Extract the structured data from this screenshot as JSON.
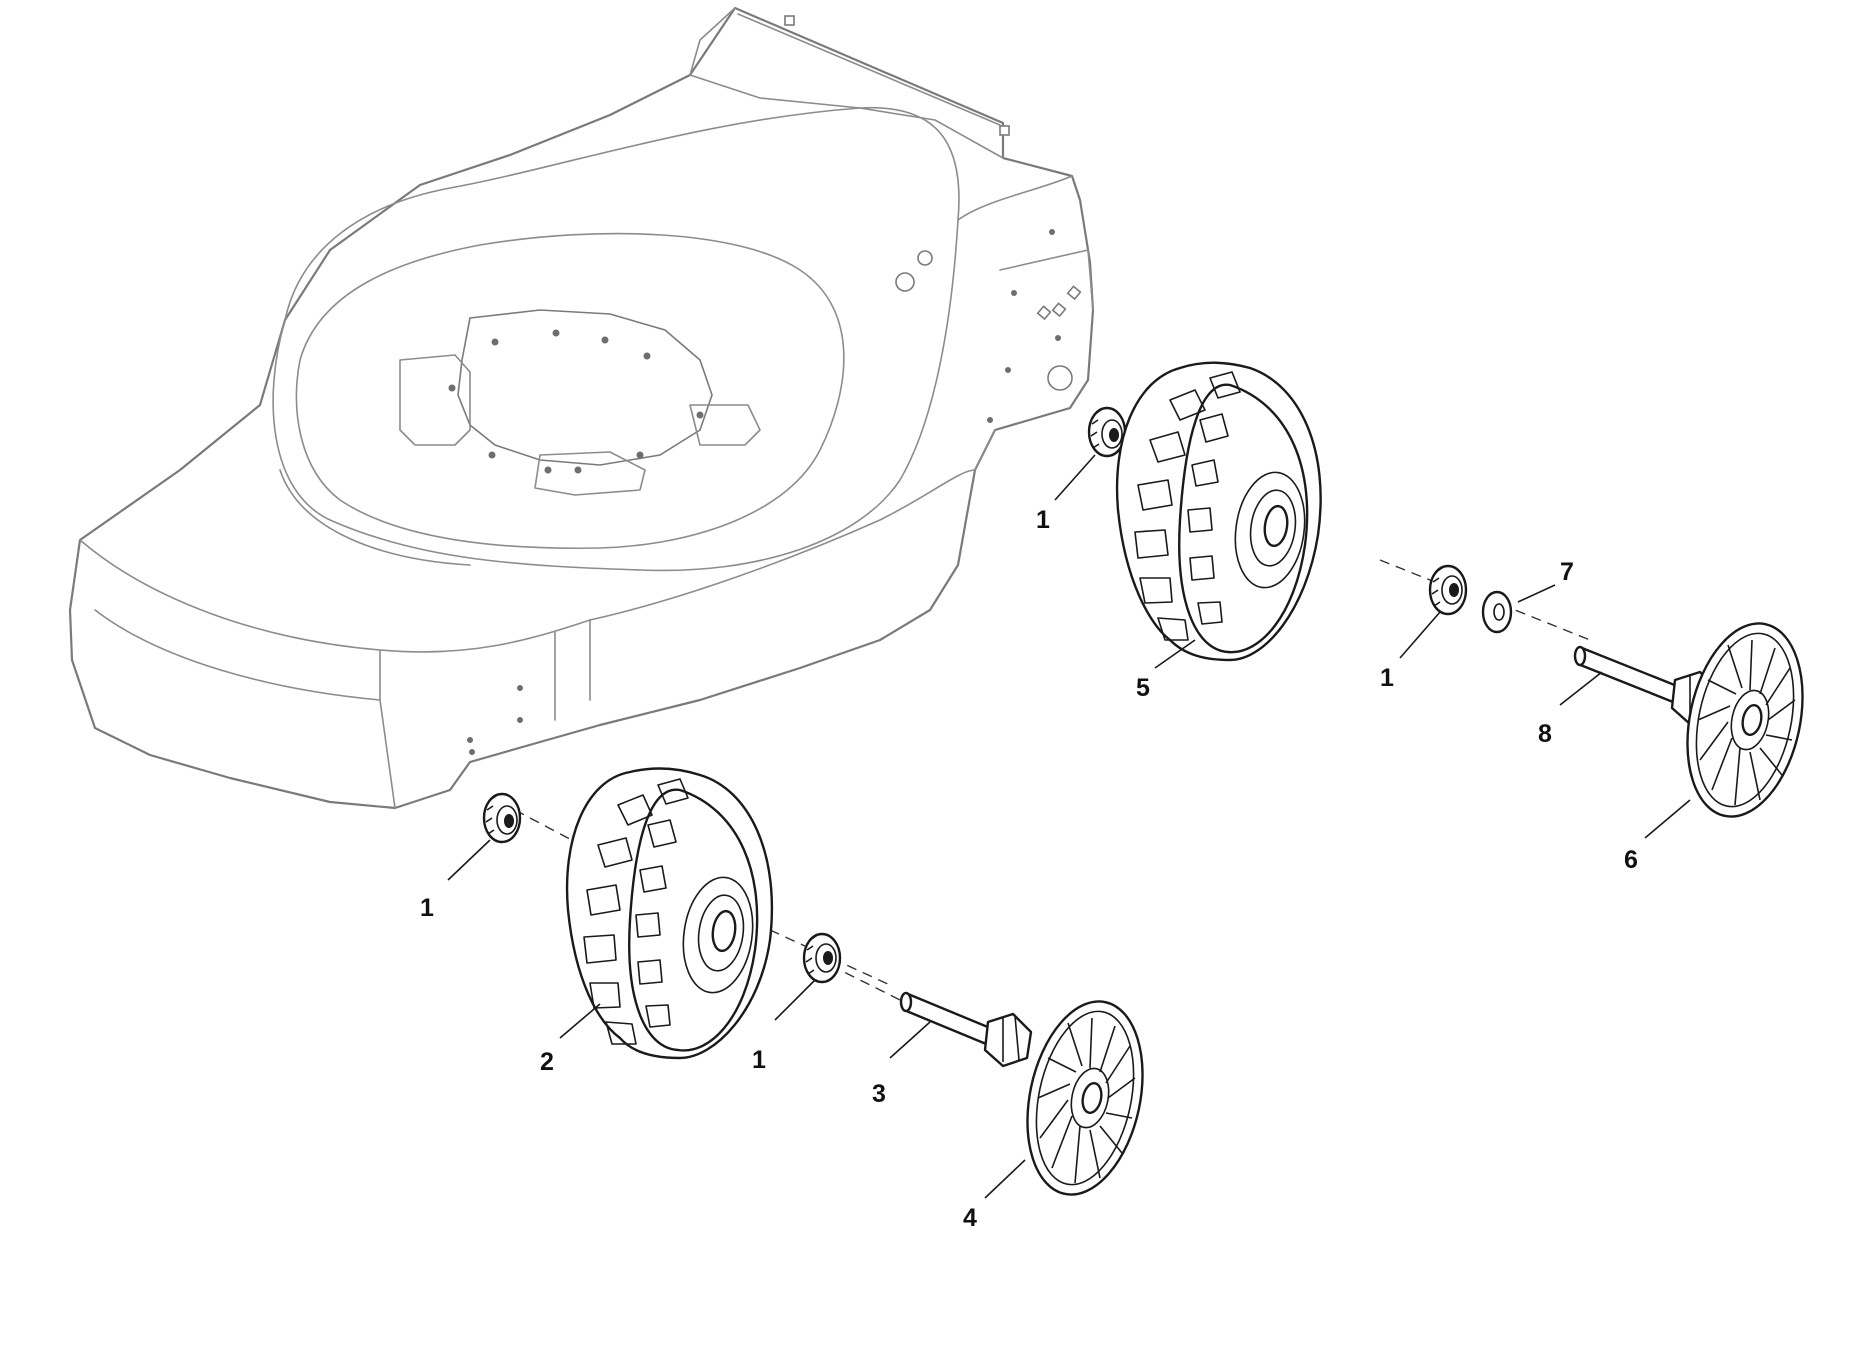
{
  "callouts": {
    "c1_upper_left": "1",
    "c1_upper_right": "1",
    "c1_lower_left": "1",
    "c1_lower_right": "1",
    "c2": "2",
    "c3": "3",
    "c4": "4",
    "c5": "5",
    "c6": "6",
    "c7": "7",
    "c8": "8"
  },
  "colors": {
    "part_stroke": "#1a1a1a",
    "deck_stroke": "#7a7a7a",
    "background": "#ffffff"
  }
}
